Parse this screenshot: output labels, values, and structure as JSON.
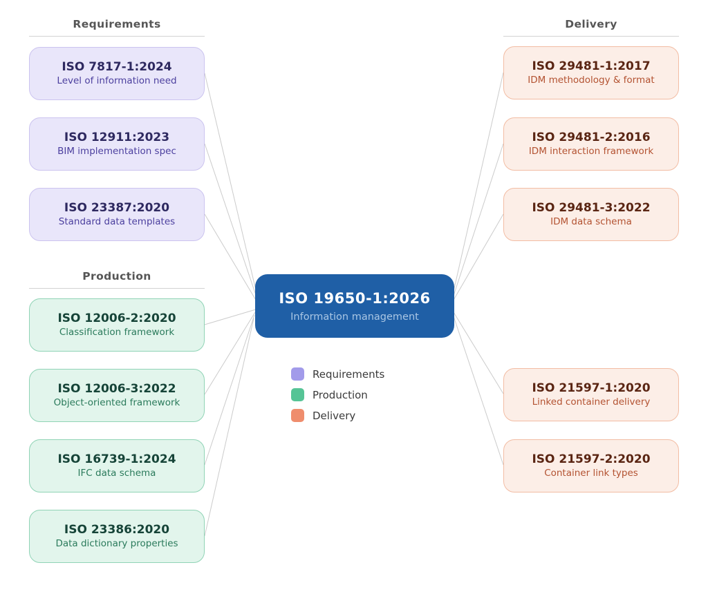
{
  "center_node": {
    "title": "ISO 19650-1:2026",
    "subtitle": "Information management",
    "bg_color": "#1f5fa6"
  },
  "sections": [
    {
      "label": "Requirements",
      "color": "#a29bea",
      "cards": [
        {
          "title": "ISO 7817-1:2024",
          "subtitle": "Level of information need"
        },
        {
          "title": "ISO 12911:2023",
          "subtitle": "BIM implementation spec"
        },
        {
          "title": "ISO 23387:2020",
          "subtitle": "Standard data templates"
        }
      ]
    },
    {
      "label": "Production",
      "color": "#56c496",
      "cards": [
        {
          "title": "ISO 12006-2:2020",
          "subtitle": "Classification framework"
        },
        {
          "title": "ISO 12006-3:2022",
          "subtitle": "Object-oriented framework"
        },
        {
          "title": "ISO 16739-1:2024",
          "subtitle": "IFC data schema"
        },
        {
          "title": "ISO 23386:2020",
          "subtitle": "Data dictionary properties"
        }
      ]
    },
    {
      "label": "Delivery",
      "color": "#ef8d6d",
      "cards": [
        {
          "title": "ISO 29481-1:2017",
          "subtitle": "IDM methodology & format"
        },
        {
          "title": "ISO 29481-2:2016",
          "subtitle": "IDM interaction framework"
        },
        {
          "title": "ISO 29481-3:2022",
          "subtitle": "IDM data schema"
        },
        {
          "title": "ISO 21597-1:2020",
          "subtitle": "Linked container delivery"
        },
        {
          "title": "ISO 21597-2:2020",
          "subtitle": "Container link types"
        }
      ]
    }
  ],
  "legend": [
    {
      "label": "Requirements",
      "color": "#a29bea"
    },
    {
      "label": "Production",
      "color": "#56c496"
    },
    {
      "label": "Delivery",
      "color": "#ef8d6d"
    }
  ],
  "edge_color": "#cbcbcb"
}
